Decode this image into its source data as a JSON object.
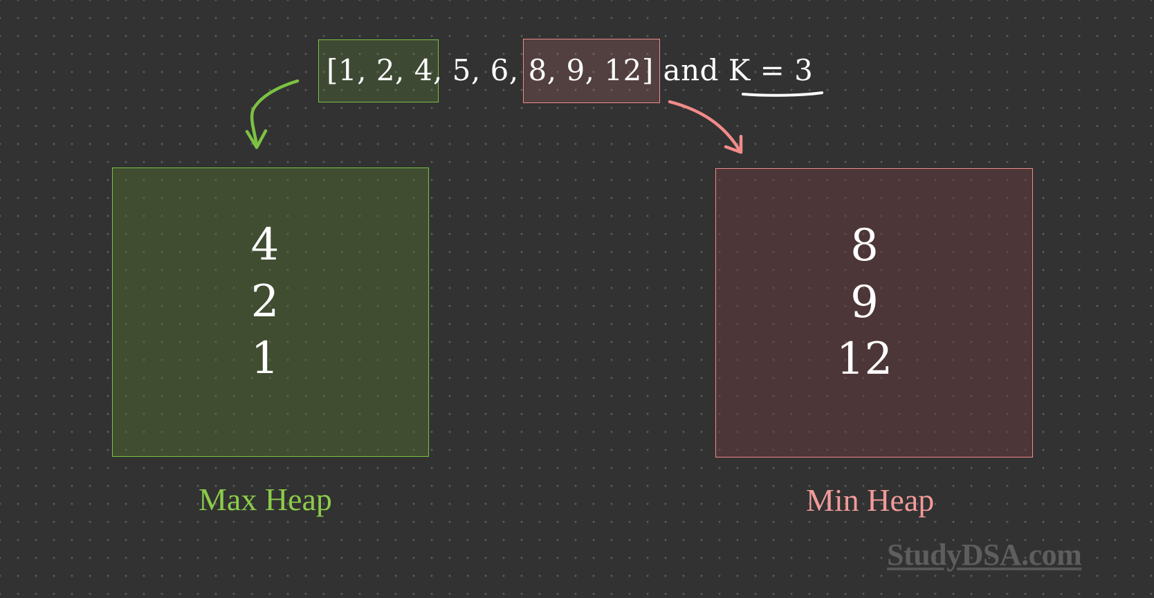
{
  "expression": {
    "part_open": "[",
    "left_group": "1, 2, 4",
    "middle": ", 5, 6, ",
    "right_group": "8, 9, 12",
    "part_close": "]",
    "and_text": " and ",
    "k_text": "K = 3"
  },
  "max_heap": {
    "label": "Max Heap",
    "values": [
      "4",
      "2",
      "1"
    ],
    "color": "#7cc242"
  },
  "min_heap": {
    "label": "Min Heap",
    "values": [
      "8",
      "9",
      "12"
    ],
    "color": "#f28b8b"
  },
  "watermark": "StudyDSA.com",
  "colors": {
    "background": "#323232",
    "green": "#7cc242",
    "red": "#f28b8b",
    "text": "#ffffff"
  }
}
